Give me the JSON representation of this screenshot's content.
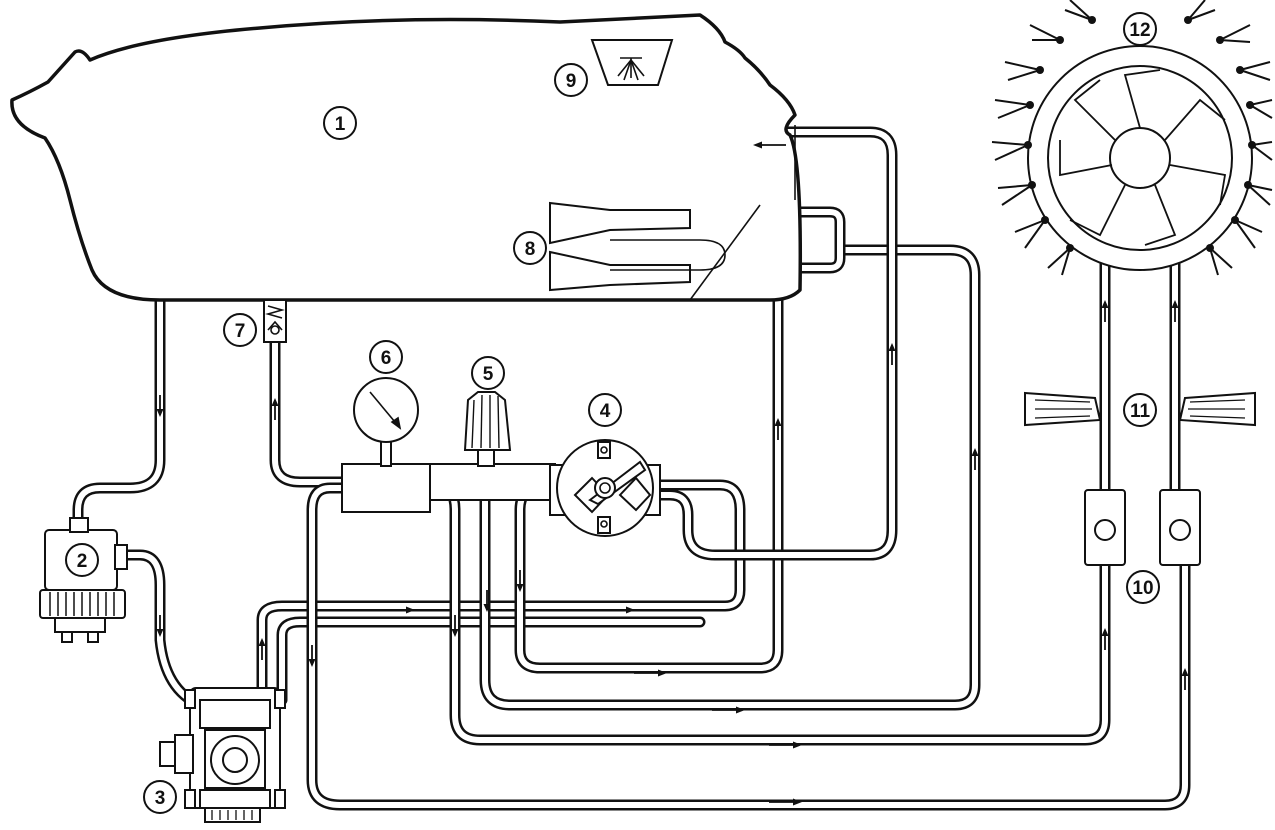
{
  "callouts": [
    {
      "id": "c1",
      "label": "1"
    },
    {
      "id": "c2",
      "label": "2"
    },
    {
      "id": "c3",
      "label": "3"
    },
    {
      "id": "c4",
      "label": "4"
    },
    {
      "id": "c5",
      "label": "5"
    },
    {
      "id": "c6",
      "label": "6"
    },
    {
      "id": "c7",
      "label": "7"
    },
    {
      "id": "c8",
      "label": "8"
    },
    {
      "id": "c9",
      "label": "9"
    },
    {
      "id": "c10",
      "label": "10"
    },
    {
      "id": "c11",
      "label": "11"
    },
    {
      "id": "c12",
      "label": "12"
    }
  ],
  "colors": {
    "line": "#111111",
    "background": "#ffffff"
  },
  "flow_arrow": "arrow-icon"
}
